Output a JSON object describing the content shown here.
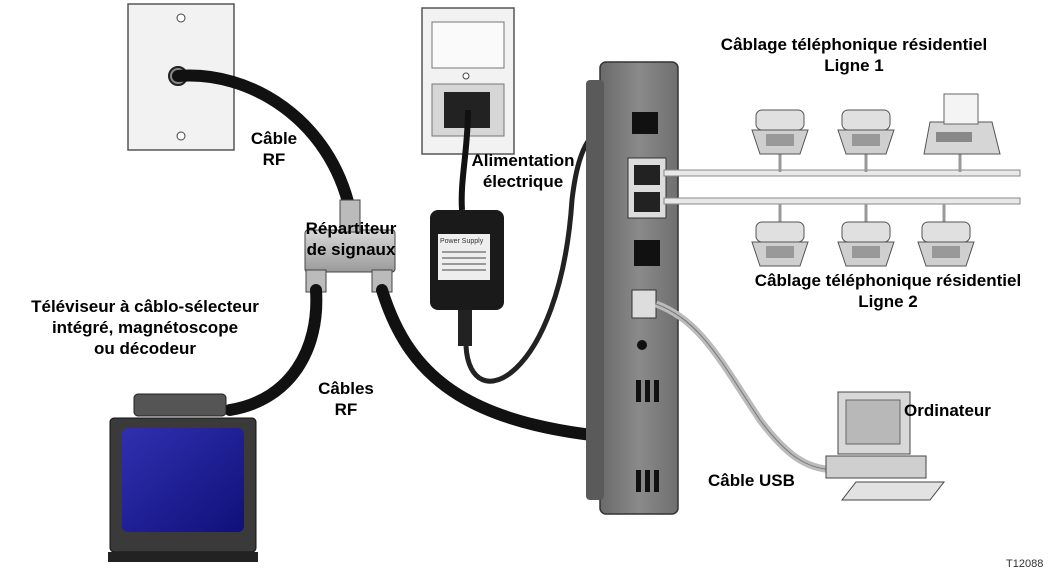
{
  "labels": {
    "phone_line1": [
      "Câblage téléphonique résidentiel",
      "Ligne 1"
    ],
    "phone_line2": [
      "Câblage téléphonique résidentiel",
      "Ligne 2"
    ],
    "cable_rf": [
      "Câble",
      "RF"
    ],
    "power": [
      "Alimentation",
      "électrique"
    ],
    "splitter": [
      "Répartiteur",
      "de signaux"
    ],
    "tv": [
      "Téléviseur à câblo-sélecteur",
      "intégré, magnétoscope",
      "ou décodeur"
    ],
    "cables_rf": [
      "Câbles",
      "RF"
    ],
    "computer": "Ordinateur",
    "usb": "Câble USB",
    "figure_id": "T12088",
    "power_supply_text": "Power Supply"
  }
}
